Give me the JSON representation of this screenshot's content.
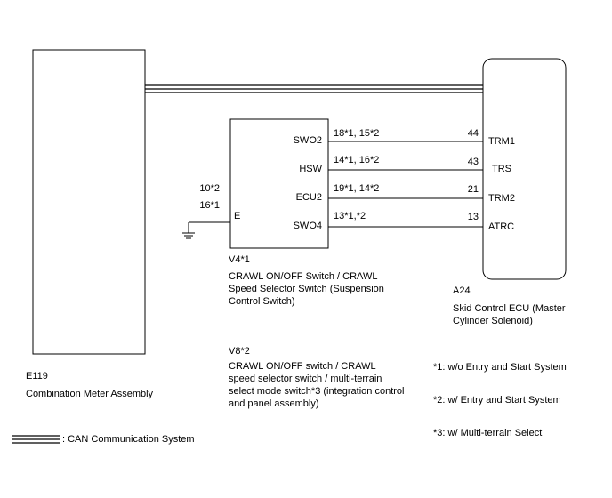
{
  "components": {
    "meter": {
      "code": "E119",
      "name": "Combination Meter Assembly"
    },
    "switch_v4": {
      "code": "V4*1",
      "name_lines": [
        "CRAWL ON/OFF Switch / CRAWL",
        "Speed Selector Switch (Suspension",
        "Control Switch)"
      ]
    },
    "switch_v8": {
      "code": "V8*2",
      "name_lines": [
        "CRAWL ON/OFF switch / CRAWL",
        "speed selector switch / multi-terrain",
        "select mode switch*3 (integration control",
        "and panel assembly)"
      ]
    },
    "ecu": {
      "code": "A24",
      "name_lines": [
        "Skid Control ECU (Master",
        "Cylinder Solenoid)"
      ]
    }
  },
  "switch_pins": {
    "swo2": "SWO2",
    "hsw": "HSW",
    "ecu2": "ECU2",
    "swo4": "SWO4",
    "e": "E",
    "e_pin_upper": "10*2",
    "e_pin_lower": "16*1"
  },
  "wires": [
    {
      "switch_pins": "18*1,  15*2",
      "ecu_pin": "44",
      "ecu_terminal": "TRM1"
    },
    {
      "switch_pins": "14*1,  16*2",
      "ecu_pin": "43",
      "ecu_terminal": "TRS"
    },
    {
      "switch_pins": "19*1,  14*2",
      "ecu_pin": "21",
      "ecu_terminal": "TRM2"
    },
    {
      "switch_pins": "13*1,*2",
      "ecu_pin": "13",
      "ecu_terminal": "ATRC"
    }
  ],
  "notes": [
    "*1: w/o Entry and Start System",
    "*2: w/ Entry and Start System",
    "*3: w/ Multi-terrain Select"
  ],
  "legend": {
    "label": ": CAN Communication System"
  }
}
